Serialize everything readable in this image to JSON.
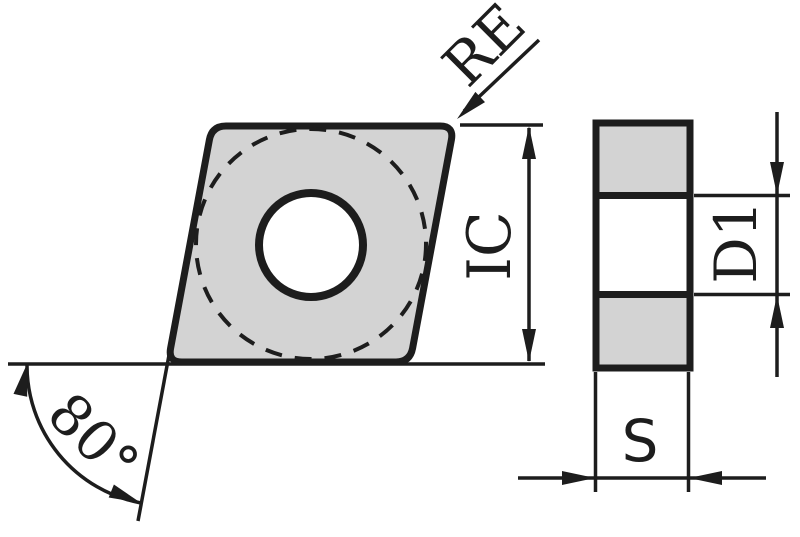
{
  "labels": {
    "corner_radius": "RE",
    "inscribed_circle": "IC",
    "angle": "80°",
    "hole_diameter": "D1",
    "thickness": "S"
  },
  "colors": {
    "insert_fill": "#d3d3d3",
    "line": "#1d1d1d",
    "background": "#ffffff"
  }
}
